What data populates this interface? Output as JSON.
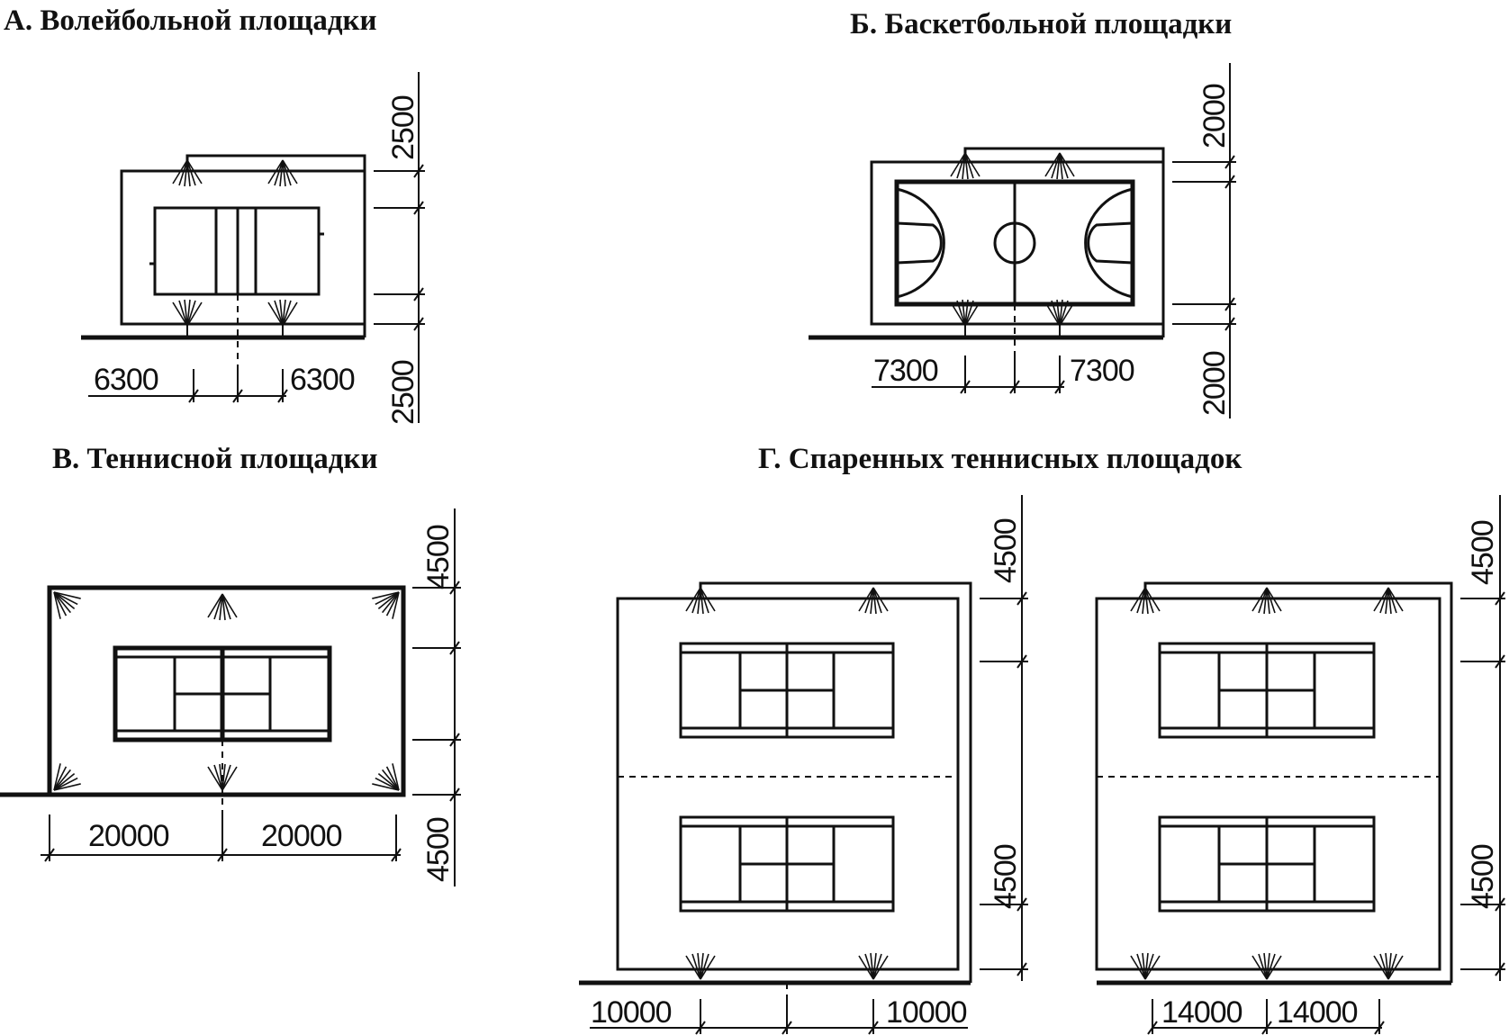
{
  "panels": {
    "a": {
      "title": "А. Волейбольной площадки",
      "dim_left": "6300",
      "dim_right": "6300",
      "dim_top": "2500",
      "dim_bottom": "2500"
    },
    "b": {
      "title": "Б. Баскетбольной площадки",
      "dim_left": "7300",
      "dim_right": "7300",
      "dim_top": "2000",
      "dim_bottom": "2000"
    },
    "v": {
      "title": "В. Теннисной площадки",
      "dim_left": "20000",
      "dim_right": "20000",
      "dim_top": "4500",
      "dim_bottom": "4500"
    },
    "g": {
      "title": "Г. Спаренных теннисных площадок",
      "left": {
        "dim_left": "10000",
        "dim_right": "10000",
        "dim_top": "4500",
        "dim_bottom": "4500"
      },
      "right": {
        "dim_left": "14000",
        "dim_right": "14000",
        "dim_top": "4500",
        "dim_bottom": "4500"
      }
    }
  }
}
